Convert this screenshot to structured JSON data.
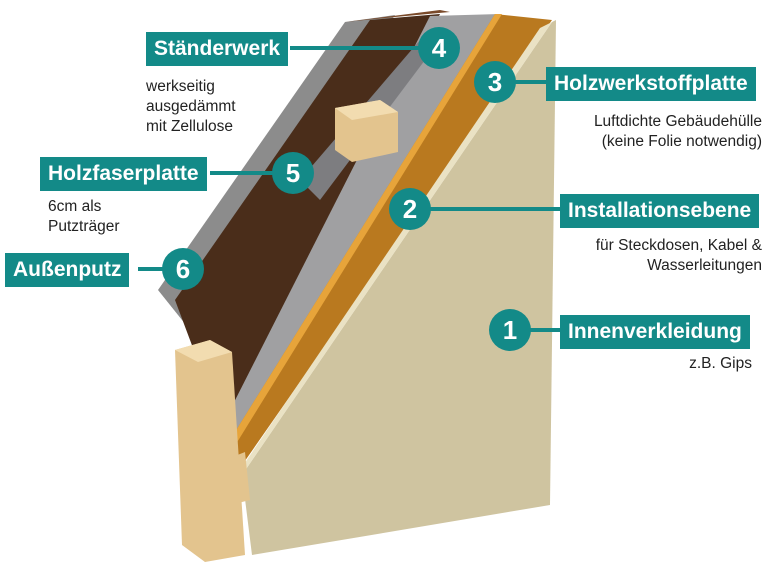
{
  "layers": [
    {
      "number": "1",
      "title": "Innenverkleidung",
      "desc": [
        "z.B. Gips"
      ]
    },
    {
      "number": "2",
      "title": "Installationsebene",
      "desc": [
        "für Steckdosen, Kabel &",
        "Wasserleitungen"
      ]
    },
    {
      "number": "3",
      "title": "Holzwerkstoffplatte",
      "desc": [
        "Luftdichte Gebäudehülle",
        "(keine Folie notwendig)"
      ]
    },
    {
      "number": "4",
      "title": "Ständerwerk",
      "desc": [
        "werkseitig",
        "ausgedämmt",
        "mit Zellulose"
      ]
    },
    {
      "number": "5",
      "title": "Holzfaserplatte",
      "desc": [
        "6cm als",
        "Putzträger"
      ]
    },
    {
      "number": "6",
      "title": "Außenputz",
      "desc": []
    }
  ],
  "colors": {
    "accent": "#138a88",
    "plaster": "#8a8a8a",
    "fiberboard": "#4a2d1a",
    "insulation": "#9a9a9a",
    "osb": "#b9791f",
    "drywall": "#cfc4a0",
    "wood": "#e3c48e"
  }
}
